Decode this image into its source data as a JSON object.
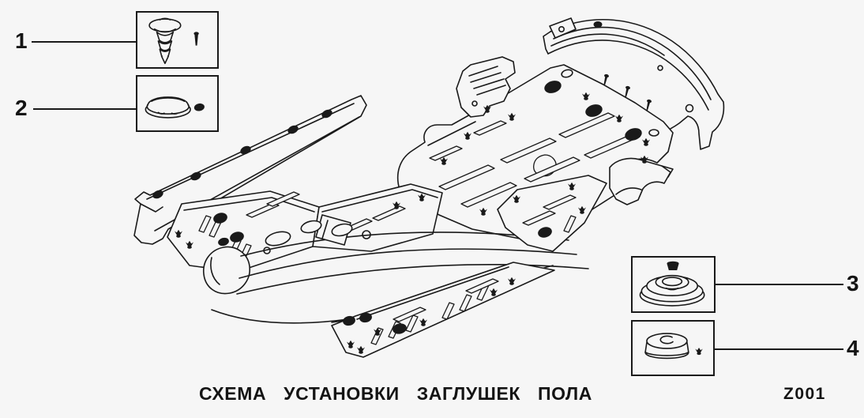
{
  "colors": {
    "background": "#f6f6f6",
    "line": "#1a1a1a",
    "plug_fill": "#141414"
  },
  "caption": "СХЕМА  УСТАНОВКИ  ЗАГЛУШЕК  ПОЛА",
  "figure_code": "Z001",
  "callouts": [
    {
      "number": "1",
      "part_icon": "push-pin-clip-icon"
    },
    {
      "number": "2",
      "part_icon": "dome-plug-icon"
    },
    {
      "number": "3",
      "part_icon": "large-grommet-icon"
    },
    {
      "number": "4",
      "part_icon": "cup-grommet-icon"
    }
  ]
}
